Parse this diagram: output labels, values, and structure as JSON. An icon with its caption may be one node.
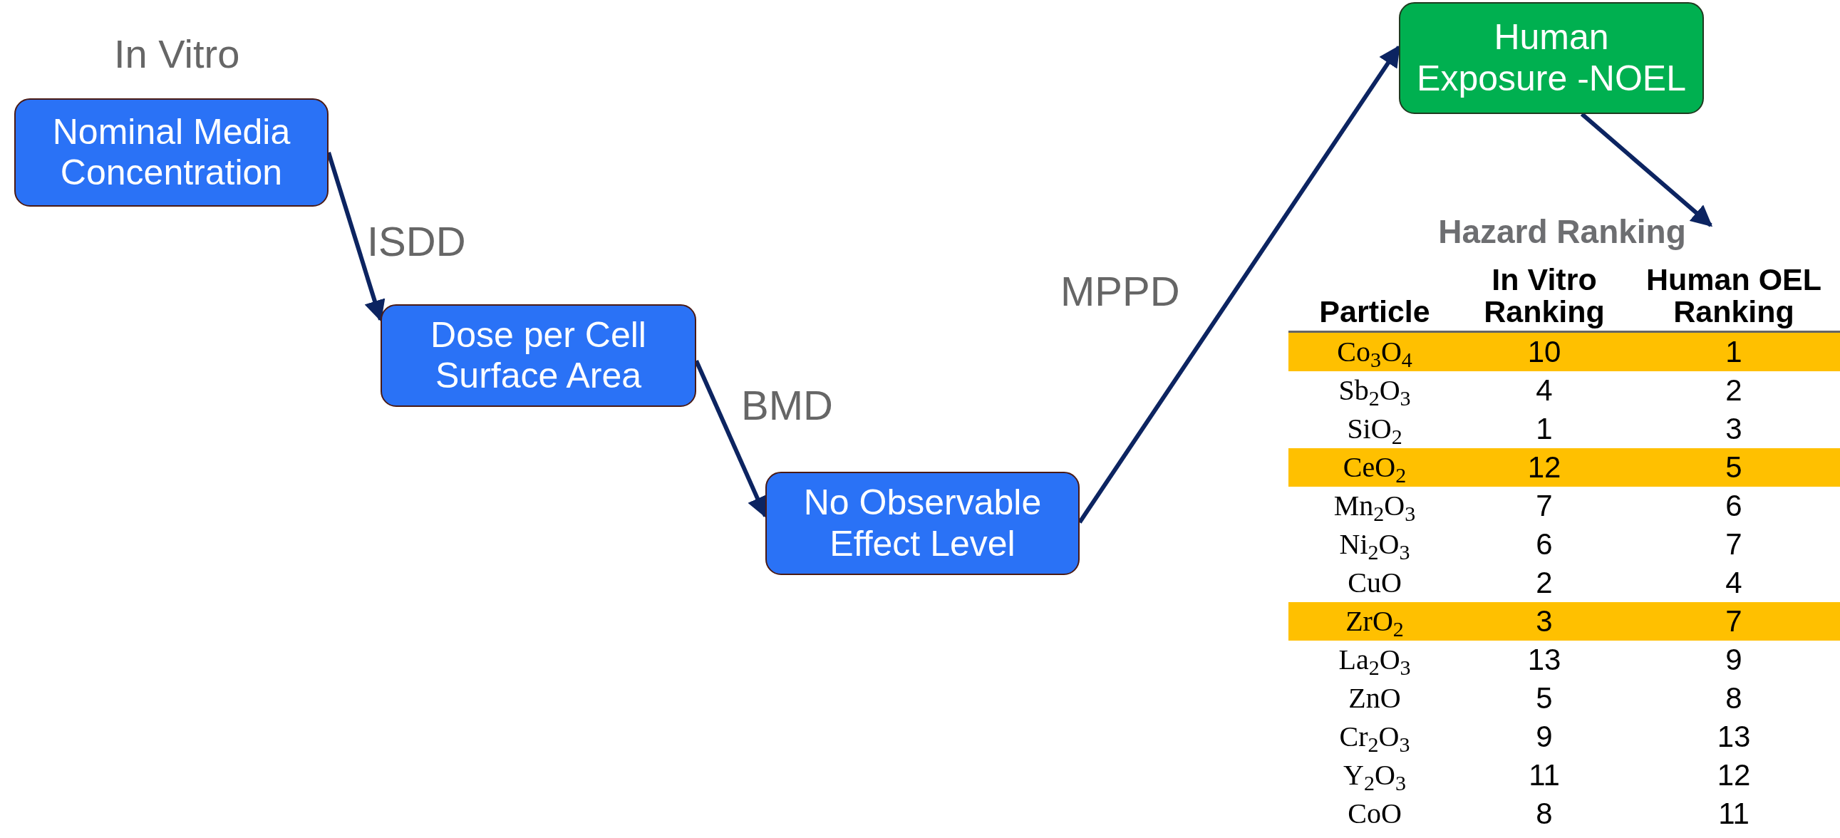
{
  "diagram": {
    "nodes": [
      {
        "text": [
          "Nominal Media Concentration"
        ]
      },
      {
        "text": [
          "Dose per Cell Surface Area"
        ]
      },
      {
        "text": [
          "No Observable Effect Level"
        ]
      },
      {
        "text": [
          "Human Exposure -NOEL"
        ]
      },
      {
        "text": [
          "Hazard Ranking"
        ]
      }
    ],
    "edges": [
      {
        "from": 0,
        "to": 1,
        "arrow": "to",
        "label": "ISDD"
      },
      {
        "from": 1,
        "to": 2,
        "arrow": "to",
        "label": "BMD"
      },
      {
        "from": 2,
        "to": 3,
        "arrow": "to",
        "label": "MPPD"
      },
      {
        "from": 3,
        "to": 4,
        "arrow": "to"
      }
    ],
    "labels": [
      "In Vitro",
      "Particle",
      "In Vitro Ranking",
      "Human OEL Ranking",
      "Co$_{3}$O$_{4}$",
      "10",
      "1",
      "Sb$_{2}$O$_{3}$",
      "4",
      "2",
      "SiO$_{2}$",
      "1",
      "3",
      "CeO$_{2}$",
      "12",
      "5",
      "Mn$_{2}$O$_{3}$",
      "7",
      "6",
      "Ni$_{2}$O$_{3}$",
      "6",
      "7",
      "CuO",
      "2",
      "4",
      "ZrO$_{2}$",
      "3",
      "7",
      "La$_{2}$O$_{3}$",
      "13",
      "9",
      "ZnO",
      "5",
      "8",
      "Cr$_{2}$O$_{3}$",
      "9",
      "13",
      "Y$_{2}$O$_{3}$",
      "11",
      "12",
      "CoO",
      "8",
      "11"
    ]
  }
}
